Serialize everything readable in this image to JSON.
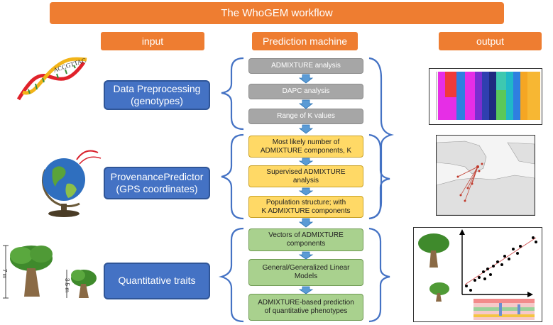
{
  "title": "The WhoGEM workflow",
  "columns": {
    "input": "input",
    "machine": "Prediction machine",
    "output": "output"
  },
  "inputs": [
    {
      "line1": "Data Preprocessing",
      "line2": "(genotypes)"
    },
    {
      "line1": "ProvenancePredictor",
      "line2": "(GPS coordinates)"
    },
    {
      "line1": "Quantitative traits",
      "line2": ""
    }
  ],
  "steps": {
    "group1": [
      "ADMIXTURE analysis",
      "DAPC analysis",
      "Range of K values"
    ],
    "group2": [
      [
        "Most likely number of",
        "ADMIXTURE components, K"
      ],
      [
        "Supervised ADMIXTURE",
        "analysis"
      ],
      [
        "Population structure; with",
        "K ADMIXTURE components"
      ]
    ],
    "group3": [
      [
        "Vectors of ADMIXTURE",
        "components"
      ],
      [
        "General/Generalized Linear",
        "Models"
      ],
      [
        "ADMIXTURE-based prediction",
        "of quantitative phenotypes"
      ]
    ]
  },
  "dna_label": "ACCGTTAC",
  "tree_labels": {
    "big": "7 m",
    "small": "3.5 m"
  },
  "colors": {
    "orange": "#ee7d31",
    "blue": "#4472c4",
    "gray": "#a6a6a6",
    "yellow": "#ffd966",
    "green": "#a9d18e",
    "arrow": "#5b9bd5"
  }
}
